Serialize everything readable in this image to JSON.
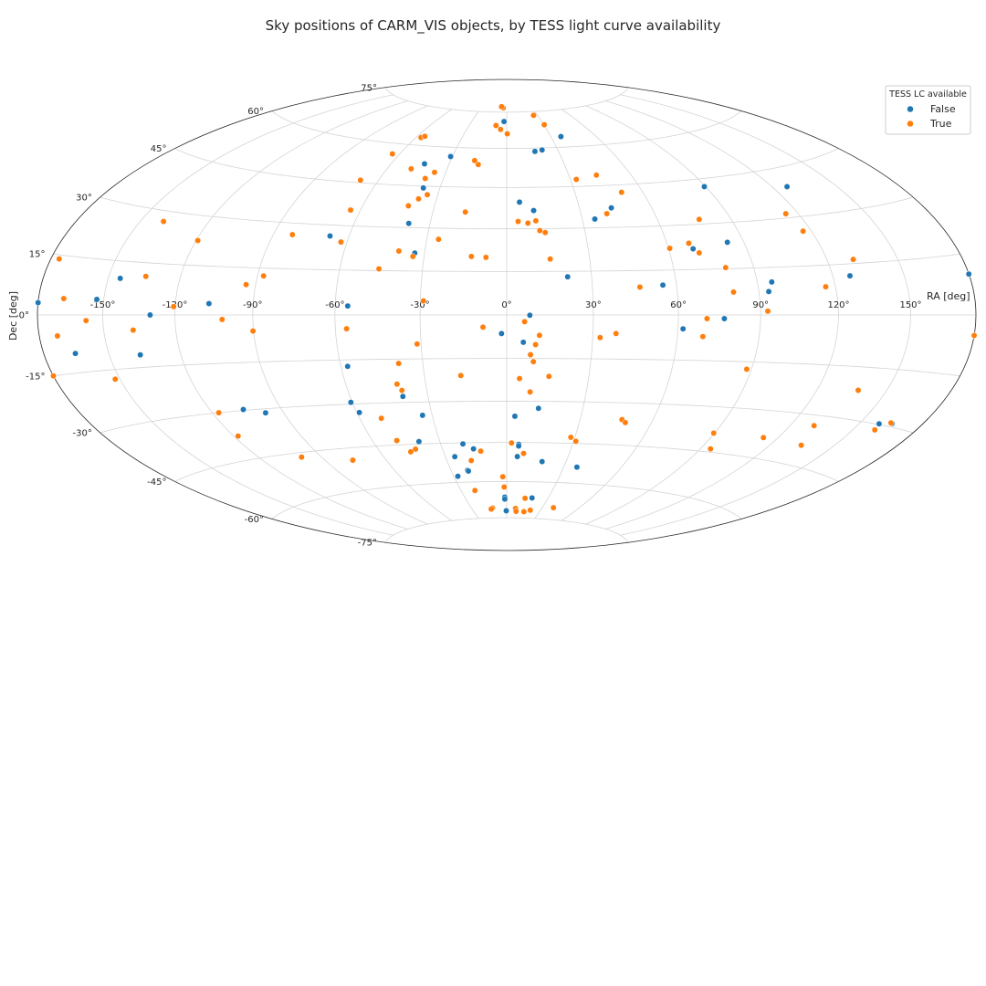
{
  "chart_data": {
    "type": "scatter",
    "projection": "hammer-aitoff",
    "title": "Sky positions of CARM_VIS objects, by TESS light curve availability",
    "xlabel": "RA [deg]",
    "ylabel": "Dec [deg]",
    "xlim": [
      -180,
      180
    ],
    "ylim": [
      -90,
      90
    ],
    "grid": true,
    "ra_ticks": [
      "-150°",
      "-120°",
      "-90°",
      "-60°",
      "-30°",
      "0°",
      "30°",
      "60°",
      "90°",
      "120°",
      "150°"
    ],
    "dec_ticks": [
      "-75°",
      "-60°",
      "-45°",
      "-30°",
      "-15°",
      "0°",
      "15°",
      "30°",
      "45°",
      "60°",
      "75°"
    ],
    "legend": {
      "title": "TESS LC available",
      "placement": "top-right"
    },
    "series": [
      {
        "name": "False",
        "color": "#1f77b4",
        "points": [
          [
            -130,
            0
          ],
          [
            -106.8,
            3.5
          ],
          [
            -144.8,
            10.2
          ],
          [
            -153,
            4.2
          ],
          [
            -180,
            3
          ],
          [
            -165,
            -10
          ],
          [
            -136.7,
            -11.4
          ],
          [
            -97.5,
            -31.3
          ],
          [
            -105.8,
            -29.7
          ],
          [
            -55.5,
            3
          ],
          [
            -57.5,
            -17.2
          ],
          [
            -60.6,
            -29.4
          ],
          [
            -59,
            -33
          ],
          [
            -33.9,
            -34.7
          ],
          [
            -31,
            56.4
          ],
          [
            -37.5,
            44.3
          ],
          [
            -67.4,
            26.3
          ],
          [
            -42.8,
            53.2
          ],
          [
            -38.4,
            31.5
          ],
          [
            -33.6,
            21.2
          ],
          [
            -39.6,
            -27.9
          ],
          [
            -39.4,
            -44.1
          ],
          [
            -19.9,
            -45.4
          ],
          [
            -15.5,
            -47.3
          ],
          [
            -25.4,
            -50.1
          ],
          [
            -21.1,
            -55.4
          ],
          [
            -20.8,
            -55.7
          ],
          [
            -27.7,
            -57.6
          ],
          [
            -2.3,
            71
          ],
          [
            -1.8,
            -6.4
          ],
          [
            5.8,
            -9.4
          ],
          [
            8,
            -0.1
          ],
          [
            3.3,
            -35.4
          ],
          [
            12.5,
            -32.5
          ],
          [
            5.5,
            -45.7
          ],
          [
            5.5,
            -46.3
          ],
          [
            5.2,
            -50.3
          ],
          [
            -1.4,
            -66.3
          ],
          [
            -1.4,
            -67.1
          ],
          [
            -0.4,
            -72
          ],
          [
            18.4,
            -66.5
          ],
          [
            36.9,
            -53.8
          ],
          [
            17.9,
            -52.1
          ],
          [
            5.4,
            39.6
          ],
          [
            11,
            36.5
          ],
          [
            35,
            33.1
          ],
          [
            43.2,
            36.9
          ],
          [
            21.5,
            13.1
          ],
          [
            20.8,
            59.2
          ],
          [
            16.4,
            58.7
          ],
          [
            36.8,
            64.2
          ],
          [
            55.1,
            10
          ],
          [
            61.8,
            -4.6
          ],
          [
            76.6,
            -1.2
          ],
          [
            69.3,
            21.9
          ],
          [
            83.5,
            23.6
          ],
          [
            93.7,
            7.4
          ],
          [
            95.5,
            10.4
          ],
          [
            127,
            11.5
          ],
          [
            89.4,
            42.3
          ],
          [
            126.9,
            39.2
          ],
          [
            159.2,
            -29.8
          ],
          [
            165.1,
            -29.1
          ],
          [
            180,
            10
          ]
        ]
      },
      {
        "name": "True",
        "color": "#ff7f0e",
        "points": [
          [
            -176,
            14
          ],
          [
            -168,
            4.2
          ],
          [
            -171.3,
            -5.3
          ],
          [
            -157.4,
            -1.5
          ],
          [
            -152.1,
            -17.6
          ],
          [
            -180,
            -15
          ],
          [
            -139.6,
            27
          ],
          [
            -119.3,
            22.5
          ],
          [
            -134.2,
            11.1
          ],
          [
            -120.6,
            2.5
          ],
          [
            -137.4,
            -4.3
          ],
          [
            -101.6,
            -1.4
          ],
          [
            -90.2,
            -5.1
          ],
          [
            -117.2,
            -30
          ],
          [
            -118,
            -37.6
          ],
          [
            -99.5,
            -46.5
          ],
          [
            -82.4,
            26.2
          ],
          [
            -93.6,
            9.6
          ],
          [
            -87.7,
            12.5
          ],
          [
            -76.4,
            -49.3
          ],
          [
            -68.4,
            45.9
          ],
          [
            -64.1,
            35.4
          ],
          [
            -64,
            56.1
          ],
          [
            -62.3,
            24.4
          ],
          [
            -56.8,
            63
          ],
          [
            -55.2,
            63.6
          ],
          [
            -48,
            51.1
          ],
          [
            -56,
            -4.6
          ],
          [
            -51.1,
            -35.3
          ],
          [
            -49.1,
            -43.4
          ],
          [
            -45.5,
            -47.7
          ],
          [
            -45.7,
            15.6
          ],
          [
            -40.9,
            37.7
          ],
          [
            -37.7,
            40.3
          ],
          [
            -35.5,
            50.2
          ],
          [
            -38.6,
            47.8
          ],
          [
            -34.6,
            41.9
          ],
          [
            -34.1,
            20
          ],
          [
            -39.6,
            21.8
          ],
          [
            -38.7,
            -16.5
          ],
          [
            -40.7,
            -23.6
          ],
          [
            -39.4,
            -25.8
          ],
          [
            -42.6,
            -46.8
          ],
          [
            -31.4,
            -9.9
          ],
          [
            -28.9,
            4.8
          ],
          [
            -25.6,
            26.1
          ],
          [
            -16.8,
            35.9
          ],
          [
            -14.8,
            53.6
          ],
          [
            -17.2,
            55.1
          ],
          [
            -12.8,
            20.2
          ],
          [
            -7.5,
            19.9
          ],
          [
            -4.6,
            67.7
          ],
          [
            -16.7,
            -20.9
          ],
          [
            -12.3,
            -48.2
          ],
          [
            -8.2,
            -4.2
          ],
          [
            -17.8,
            -51.7
          ],
          [
            -20.9,
            -63.4
          ],
          [
            -12.2,
            -70.8
          ],
          [
            -13.5,
            -71.2
          ],
          [
            -1.6,
            -62.2
          ],
          [
            -2.2,
            -58.1
          ],
          [
            -4.1,
            76.9
          ],
          [
            -6.4,
            77.4
          ],
          [
            -8.6,
            69.3
          ],
          [
            0.4,
            65.9
          ],
          [
            4.5,
            32.6
          ],
          [
            8.3,
            32
          ],
          [
            11.5,
            32.8
          ],
          [
            12.7,
            29.3
          ],
          [
            14.7,
            28.6
          ],
          [
            15.7,
            19.3
          ],
          [
            6.2,
            -2.3
          ],
          [
            11.4,
            -7
          ],
          [
            10.1,
            -10.2
          ],
          [
            8.4,
            -13.7
          ],
          [
            9.5,
            -16.1
          ],
          [
            4.7,
            -22
          ],
          [
            8.8,
            -26.7
          ],
          [
            15.4,
            -21.2
          ],
          [
            2.2,
            -45.2
          ],
          [
            8.1,
            -49.1
          ],
          [
            28.2,
            -42.8
          ],
          [
            31,
            -44.2
          ],
          [
            7.6,
            -71
          ],
          [
            8.6,
            -72.2
          ],
          [
            13.4,
            -66.7
          ],
          [
            15.8,
            -72.3
          ],
          [
            21,
            -71.6
          ],
          [
            39.3,
            -70.1
          ],
          [
            30.4,
            69.3
          ],
          [
            26.2,
            73.4
          ],
          [
            32.8,
            47.6
          ],
          [
            43.3,
            48.9
          ],
          [
            50.6,
            42.3
          ],
          [
            40.5,
            34.9
          ],
          [
            32.6,
            -7.7
          ],
          [
            38.1,
            -6.3
          ],
          [
            46.8,
            9.4
          ],
          [
            47.2,
            -35.9
          ],
          [
            49.1,
            -36.9
          ],
          [
            60.5,
            22.3
          ],
          [
            68.4,
            23.8
          ],
          [
            71.1,
            20.5
          ],
          [
            69.2,
            -7.1
          ],
          [
            70.3,
            -1.2
          ],
          [
            79.4,
            15.4
          ],
          [
            80.5,
            7.4
          ],
          [
            76.9,
            31.6
          ],
          [
            92.7,
            1.2
          ],
          [
            88.2,
            -17.4
          ],
          [
            89.6,
            -38.7
          ],
          [
            94.7,
            -43.9
          ],
          [
            116.1,
            8.5
          ],
          [
            113.4,
            -38.5
          ],
          [
            114.6,
            31.3
          ],
          [
            116.5,
            25.6
          ],
          [
            130.9,
            16.2
          ],
          [
            137.5,
            -21.7
          ],
          [
            130.6,
            -33.1
          ],
          [
            134.5,
            -39.1
          ],
          [
            160.2,
            -31.5
          ],
          [
            164.3,
            -29
          ],
          [
            180,
            -5
          ]
        ]
      }
    ]
  }
}
